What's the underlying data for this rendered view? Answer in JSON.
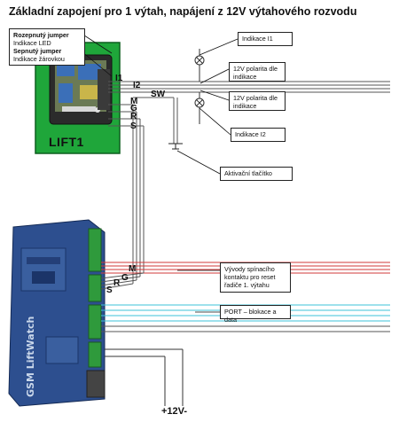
{
  "title": "Základní zapojení pro 1 výtah, napájení z 12V výtahového rozvodu",
  "jumper_box": {
    "open_jumper": "Rozepnutý jumper",
    "open_desc": "Indikace LED",
    "closed_jumper": "Sepnutý jumper",
    "closed_desc": "Indikace žárovkou"
  },
  "device_label": "LIFT1",
  "gsm_label": "GSM LiftWatch",
  "wire_labels": {
    "i1": "I1",
    "i2": "I2",
    "sw": "SW",
    "m_top": "M",
    "g_top": "G",
    "r_top": "R",
    "s_top": "S",
    "m_bot": "M",
    "g_bot": "G",
    "r_bot": "R",
    "s_bot": "S"
  },
  "callouts": {
    "ind_i1": "Indikace I1",
    "polarity_1": "12V polarita dle indikace",
    "polarity_2": "12V polarita dle indikace",
    "ind_i2": "Indikace I2",
    "activation": "Aktivační tlačítko",
    "reset_outputs": "Vývody spínacího kontaktu pro reset řadiče 1. výtahu",
    "port": "PORT – blokace a data"
  },
  "power_label": "+12V-",
  "colors": {
    "lift_green": "#1fa63a",
    "gsm_blue": "#2d4f8f",
    "terminal_green": "#2f9a3c",
    "wire_red": "#d23a3a",
    "wire_cyan": "#3cc3d8"
  }
}
